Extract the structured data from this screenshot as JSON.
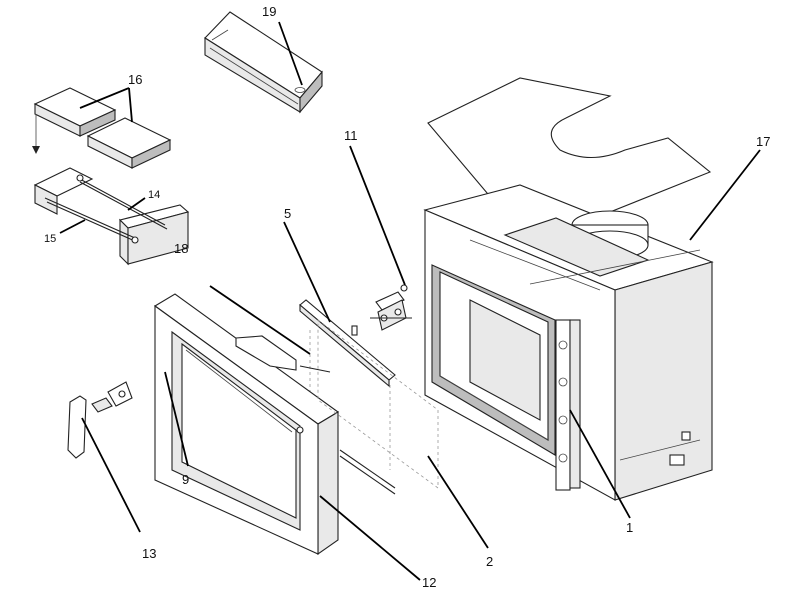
{
  "callouts": {
    "c1": "1",
    "c2": "2",
    "c5": "5",
    "c9": "9",
    "c11": "11",
    "c12": "12",
    "c13": "13",
    "c14": "14",
    "c15": "15",
    "c16": "16",
    "c17": "17",
    "c18": "18",
    "c19": "19"
  }
}
